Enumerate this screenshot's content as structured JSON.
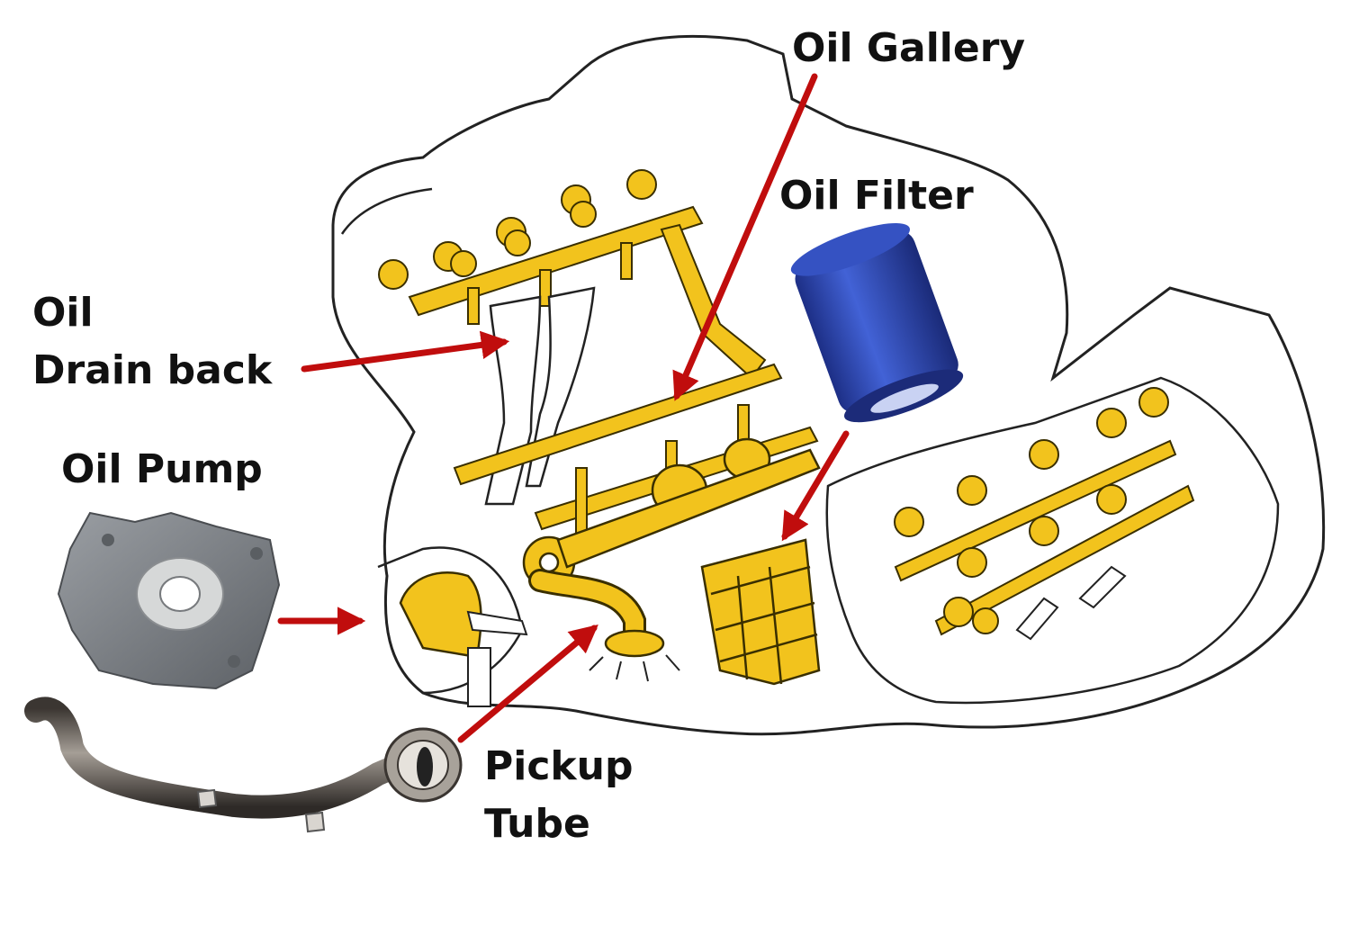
{
  "labels": {
    "oil_gallery": "Oil Gallery",
    "oil_filter": "Oil Filter",
    "oil_drain_back": {
      "line1": "Oil",
      "line2": "Drain back"
    },
    "oil_pump": "Oil Pump",
    "pickup_tube": {
      "line1": "Pickup",
      "line2": "Tube"
    }
  },
  "colors": {
    "oil_yellow": "#f2c31d",
    "arrow_red": "#c00d0d",
    "filter_blue": "#2f49b8",
    "pump_gray": "#7d8185",
    "tube_metal": "#6b6560",
    "outline": "#222222"
  }
}
